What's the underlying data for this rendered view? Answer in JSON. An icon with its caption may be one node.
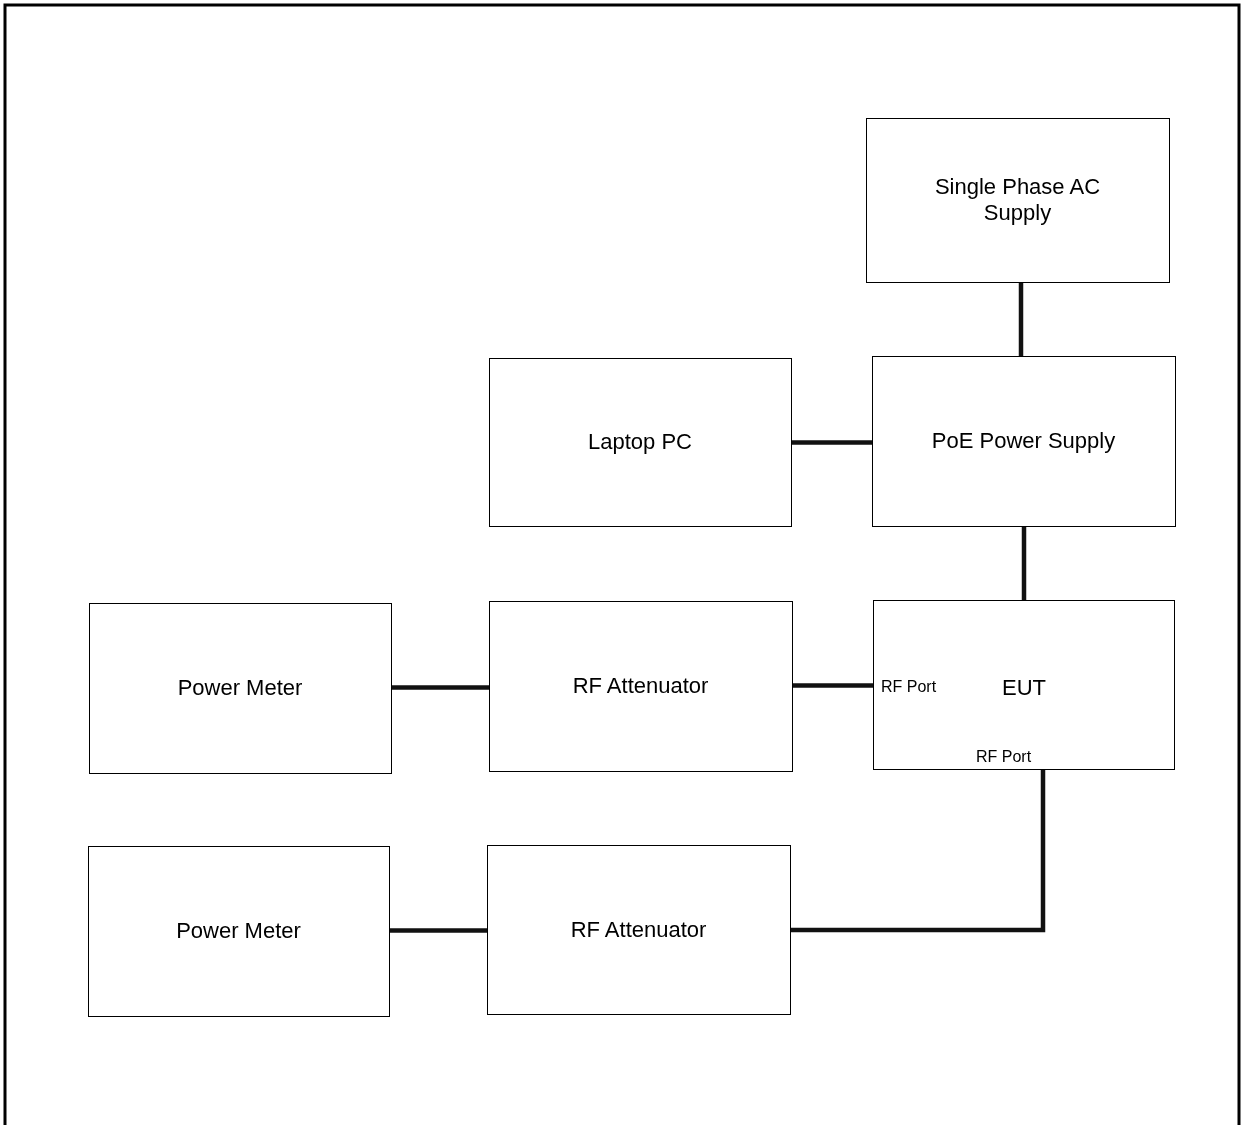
{
  "diagram": {
    "nodes": [
      {
        "text": [
          "Single Phase AC Supply"
        ]
      },
      {
        "text": [
          "Laptop PC"
        ]
      },
      {
        "text": [
          "PoE Power Supply"
        ]
      },
      {
        "text": [
          "RF Port",
          "EUT",
          "RF Port"
        ]
      },
      {
        "text": [
          "Power Meter"
        ]
      },
      {
        "text": [
          "RF Attenuator"
        ]
      },
      {
        "text": [
          "Power Meter"
        ]
      },
      {
        "text": [
          "RF Attenuator"
        ]
      }
    ],
    "edges": [
      {
        "from": 0,
        "to": 2,
        "arrow": "none"
      },
      {
        "from": 1,
        "to": 2,
        "arrow": "none"
      },
      {
        "from": 2,
        "to": 3,
        "arrow": "none"
      },
      {
        "from": 4,
        "to": 5,
        "arrow": "none"
      },
      {
        "from": 5,
        "to": 3,
        "arrow": "none"
      },
      {
        "from": 3,
        "to": 7,
        "arrow": "none"
      },
      {
        "from": 6,
        "to": 7,
        "arrow": "none"
      }
    ]
  }
}
